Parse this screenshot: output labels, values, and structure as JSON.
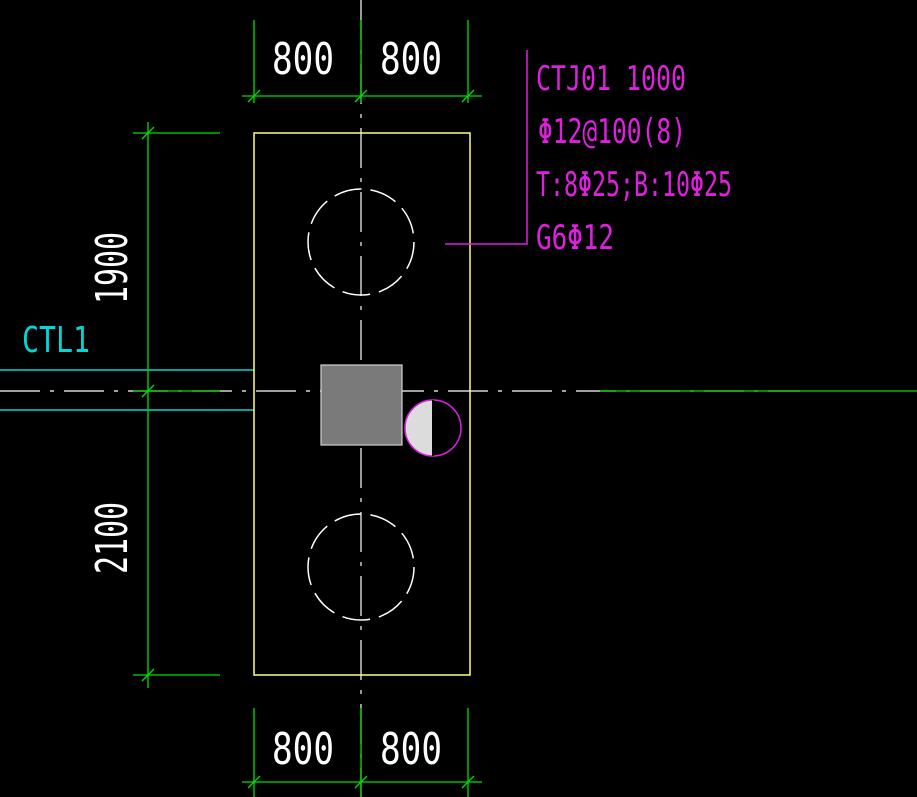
{
  "drawing": {
    "foundation_note": {
      "line1": "CTJ01   1000",
      "line2": "Φ12@100(8)",
      "line3": "T:8Φ25;B:10Φ25",
      "line4": "G6Φ12"
    },
    "beam_label": "CTL1",
    "dims": {
      "top_left": "800",
      "top_right": "800",
      "bottom_left": "800",
      "bottom_right": "800",
      "left_upper": "1900",
      "left_lower": "2100"
    },
    "colors": {
      "background": "#000000",
      "dimension_line": "#00e000",
      "outline": "#ffff80",
      "annotation": "#e020e0",
      "beam": "#00d8d8",
      "column_fill": "#7a7a7a"
    }
  }
}
